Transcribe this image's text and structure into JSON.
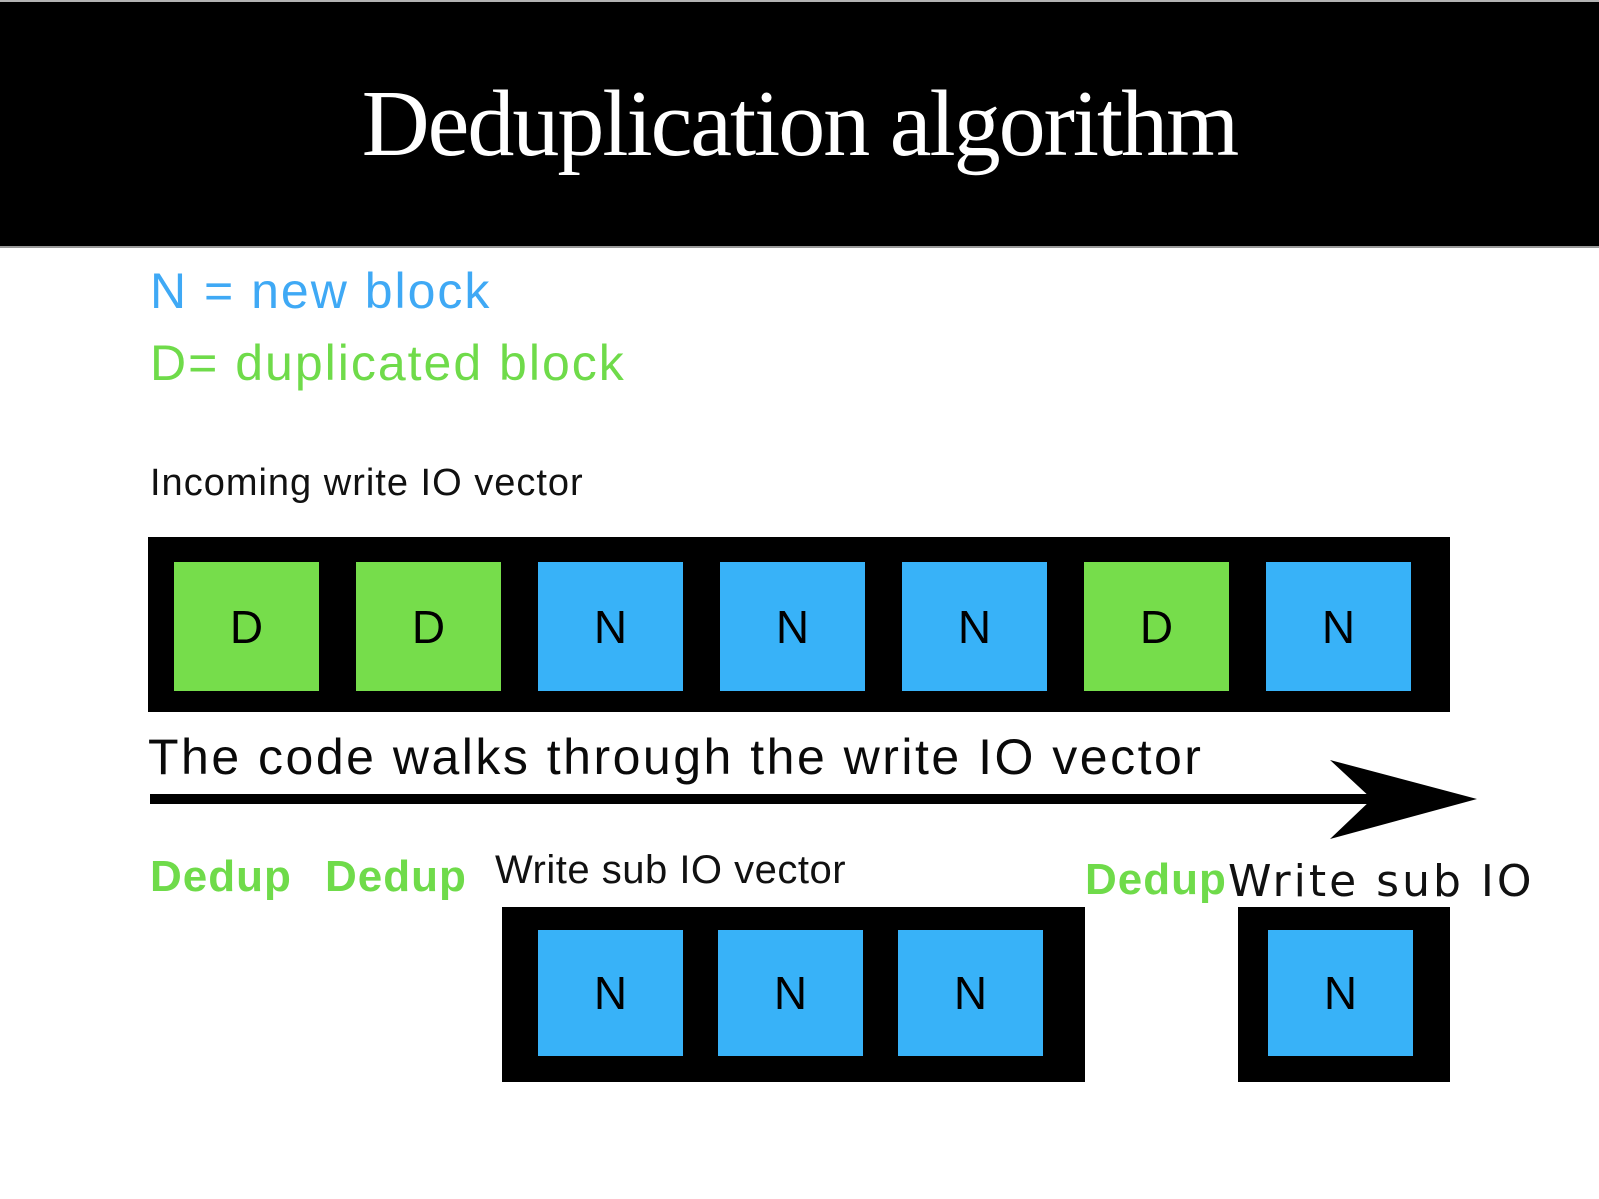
{
  "title": "Deduplication algorithm",
  "legend": {
    "new_block": "N = new block",
    "duplicated_block": "D= duplicated block"
  },
  "colors": {
    "header_bg": "#000000",
    "new_block_blue": "#38B2F8",
    "duplicated_block_green": "#76DD4B",
    "legend_blue": "#3FA9F5",
    "legend_green": "#6FDB4A"
  },
  "incoming_vector": {
    "label": "Incoming write IO vector",
    "blocks": [
      {
        "letter": "D",
        "type": "duplicated"
      },
      {
        "letter": "D",
        "type": "duplicated"
      },
      {
        "letter": "N",
        "type": "new"
      },
      {
        "letter": "N",
        "type": "new"
      },
      {
        "letter": "N",
        "type": "new"
      },
      {
        "letter": "D",
        "type": "duplicated"
      },
      {
        "letter": "N",
        "type": "new"
      }
    ]
  },
  "walk_text": "The code walks through the write IO vector",
  "dedup_labels": [
    "Dedup",
    "Dedup",
    "Dedup"
  ],
  "sub_vectors": [
    {
      "label": "Write sub IO vector",
      "blocks": [
        {
          "letter": "N",
          "type": "new"
        },
        {
          "letter": "N",
          "type": "new"
        },
        {
          "letter": "N",
          "type": "new"
        }
      ]
    },
    {
      "label": "Write sub IO",
      "blocks": [
        {
          "letter": "N",
          "type": "new"
        }
      ]
    }
  ]
}
